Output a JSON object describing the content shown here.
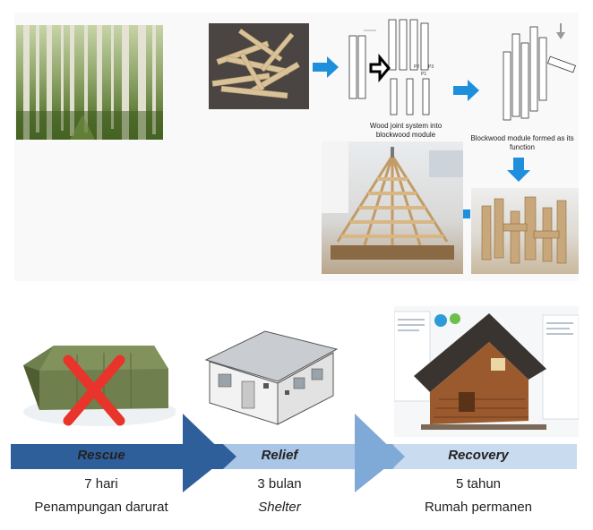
{
  "process": {
    "caption_joint": "Wood joint system into blockwood module",
    "caption_module": "Blockwood module formed as its function",
    "labels": {
      "p1": "P1",
      "p2": "P2",
      "p3": "P3"
    }
  },
  "colors": {
    "flow_arrow": "#1e8fdc",
    "timeline_dark": "#2f5f9b",
    "timeline_mid": "#5e8fc6",
    "timeline_light": "#c8dbef",
    "cross": "#e8342a"
  },
  "stages": [
    {
      "title": "Rescue",
      "duration": "7 hari",
      "description": "Penampungan darurat"
    },
    {
      "title": "Relief",
      "duration": "3 bulan",
      "description": "Shelter"
    },
    {
      "title": "Recovery",
      "duration": "5 tahun",
      "description": "Rumah permanen"
    }
  ]
}
